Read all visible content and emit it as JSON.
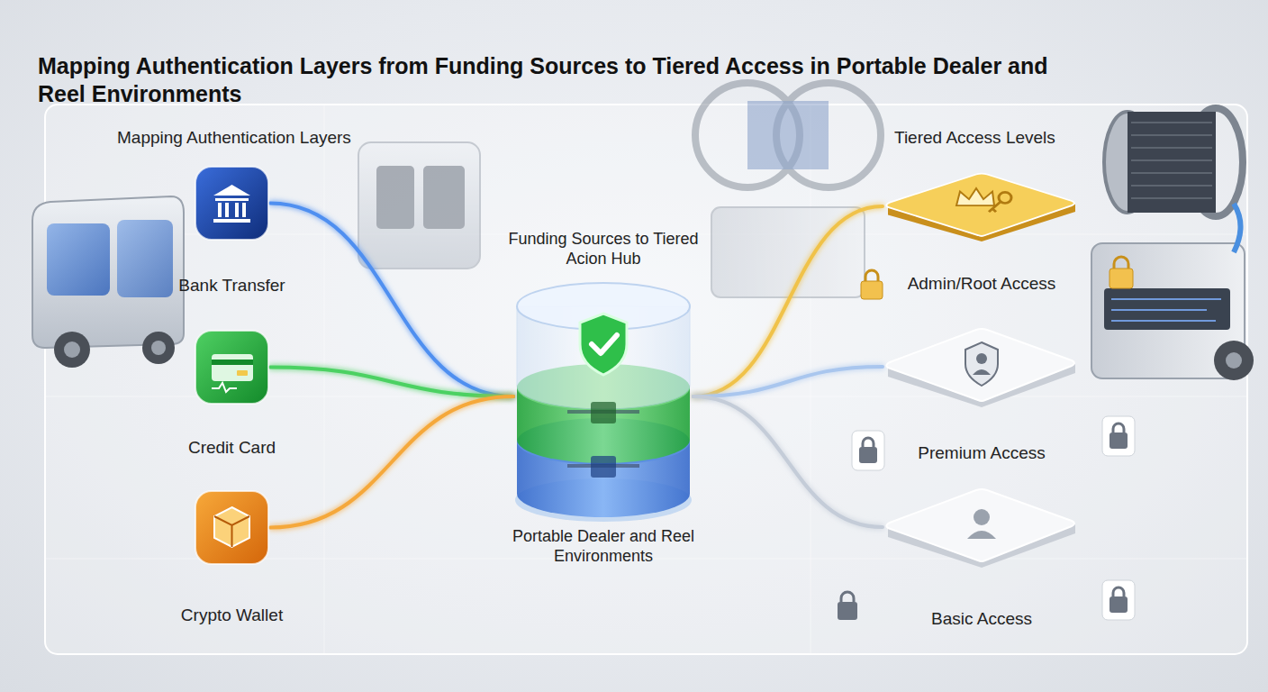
{
  "diagram": {
    "title": "Mapping Authentication Layers from Funding Sources to Tiered Access in Portable Dealer and Reel Environments",
    "nodes": [
      {
        "text": [
          "Bank Transfer"
        ]
      },
      {
        "text": [
          "Credit Card"
        ]
      },
      {
        "text": [
          "Crypto Wallet"
        ]
      },
      {
        "text": [
          "Funding Sources to Tiered Acion Hub",
          "Portable Dealer and Reel Environments"
        ]
      },
      {
        "text": [
          "Admin/Root Access"
        ]
      },
      {
        "text": [
          "Premium Access"
        ]
      },
      {
        "text": [
          "Basic Access"
        ]
      }
    ],
    "edges": [
      {
        "from": 0,
        "to": 3,
        "arrow": "none"
      },
      {
        "from": 1,
        "to": 3,
        "arrow": "none"
      },
      {
        "from": 2,
        "to": 3,
        "arrow": "none"
      },
      {
        "from": 3,
        "to": 4,
        "arrow": "none"
      },
      {
        "from": 3,
        "to": 5,
        "arrow": "none"
      },
      {
        "from": 3,
        "to": 6,
        "arrow": "none"
      }
    ],
    "labels": [
      "Mapping Authentication Layers",
      "Tiered Access Levels"
    ]
  }
}
